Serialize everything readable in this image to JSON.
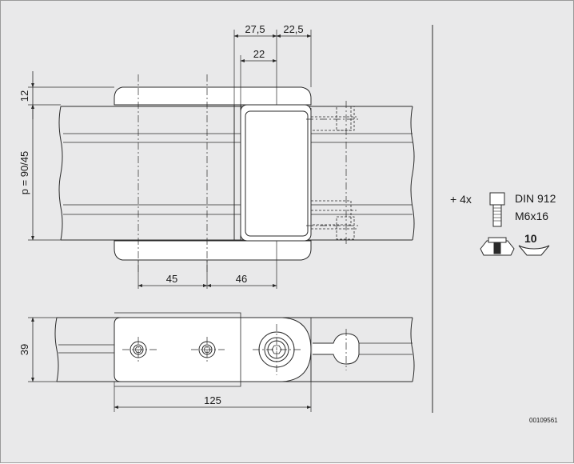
{
  "dimensions": {
    "top_27_5": "27,5",
    "top_22_5": "22,5",
    "top_22": "22",
    "left_12": "12",
    "left_pitch": "p = 90/45",
    "bottom_45": "45",
    "bottom_46": "46",
    "side_39": "39",
    "width_125": "125"
  },
  "parts": {
    "quantity": "+ 4x",
    "screw_standard": "DIN 912",
    "screw_size": "M6x16",
    "nut_size": "10"
  },
  "drawing_code": "00109561",
  "colors": {
    "background": "#e9e9ea",
    "part_fill": "#ffffff",
    "line": "#2a2a2a"
  }
}
